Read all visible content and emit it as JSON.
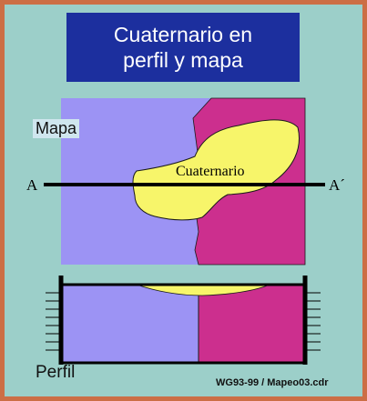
{
  "title": {
    "line1": "Cuaternario en",
    "line2": "perfil y mapa"
  },
  "map": {
    "label": "Mapa",
    "quaternary_label": "Cuaternario",
    "section_start": "A",
    "section_end": "A´"
  },
  "profile": {
    "label": "Perfil"
  },
  "credit": "WG93-99 / Mapeo03.cdr",
  "colors": {
    "background": "#9ccfc9",
    "border": "#cc6e45",
    "title_bg": "#1c2f9e",
    "unit_left": "#9c93f4",
    "unit_right": "#cc2f8e",
    "quaternary": "#f7f56a",
    "line": "#000000"
  }
}
